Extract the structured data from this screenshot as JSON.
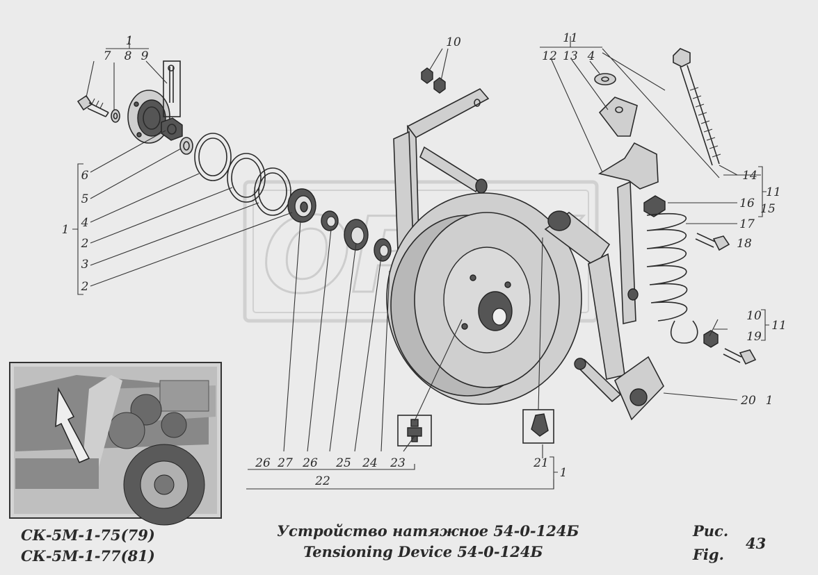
{
  "footer": {
    "model_line1": "СК-5М-1-75(79)",
    "model_line2": "СК-5М-1-77(81)",
    "title_ru": "Устройство натяжное  54-0-124Б",
    "title_en": "Tensioning Device  54-0-124Б",
    "fig_ru": "Рис.",
    "fig_en": "Fig.",
    "fig_number": "43"
  },
  "watermark": {
    "text": "OPEX"
  },
  "callouts": {
    "group_1_top": "1",
    "c7": "7",
    "c8": "8",
    "c9": "9",
    "c10_top": "10",
    "group_11_top": "11",
    "c12": "12",
    "c13": "13",
    "c4_top": "4",
    "c6": "6",
    "c5": "5",
    "c4_left": "4",
    "c2_a": "2",
    "c3": "3",
    "c2_b": "2",
    "group_1_left": "1",
    "c14": "14",
    "c16": "16",
    "c17": "17",
    "c15": "15",
    "group_11_right": "11",
    "c18": "18",
    "c10_right": "10",
    "c19": "19",
    "group_11_lower": "11",
    "c20": "20",
    "group_1_c20": "1",
    "c26_a": "26",
    "c27": "27",
    "c26_b": "26",
    "c25": "25",
    "c24": "24",
    "c23": "23",
    "c22": "22",
    "c21": "21",
    "group_1_bottom": "1"
  }
}
